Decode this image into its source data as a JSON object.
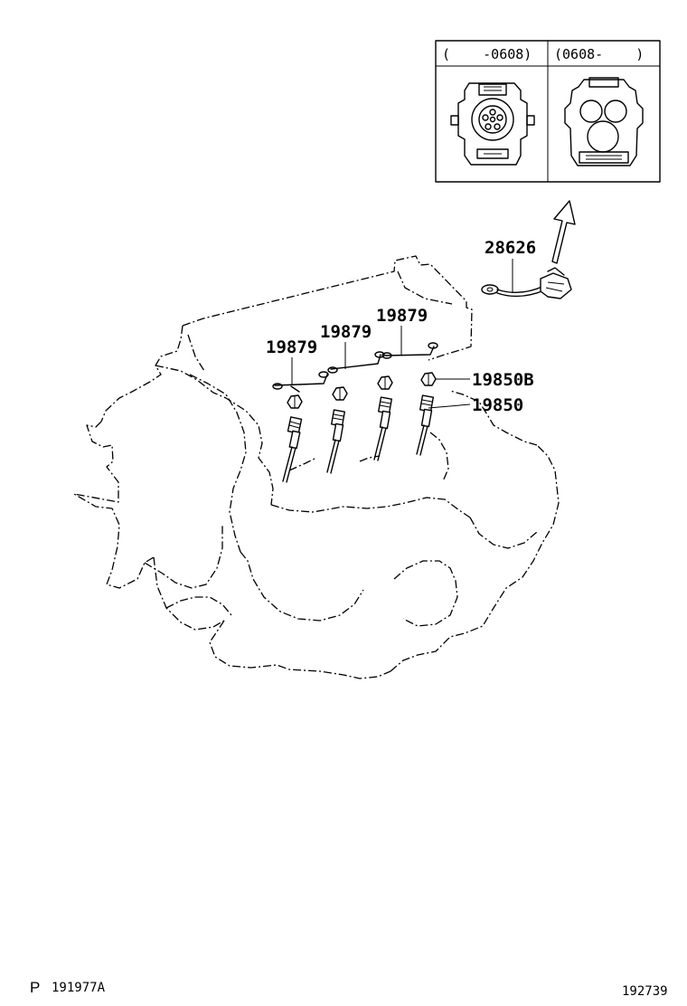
{
  "inset": {
    "left_range": "(    -0608)",
    "right_range": "(0608-    )"
  },
  "parts": {
    "sensor": "28626",
    "wire_1": "19879",
    "wire_2": "19879",
    "wire_3": "19879",
    "nut": "19850B",
    "glow_plug": "19850"
  },
  "footer": {
    "prefix": "P",
    "code": "191977A",
    "number": "192739"
  }
}
